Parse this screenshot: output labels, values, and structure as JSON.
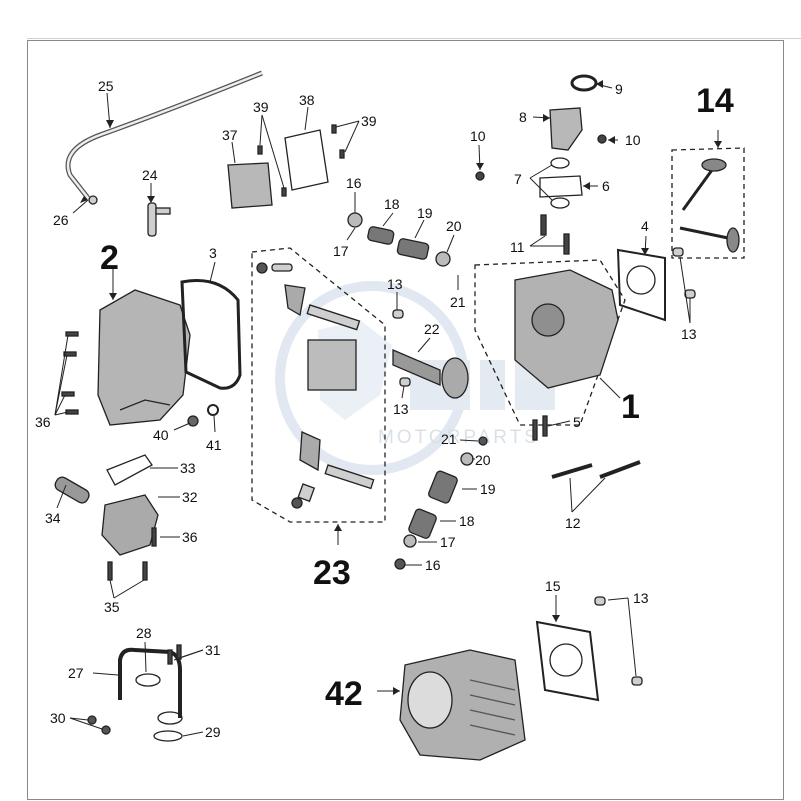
{
  "diagram": {
    "watermark": "MOTORPARTS",
    "callouts": [
      {
        "id": "c25",
        "text": "25"
      },
      {
        "id": "c26",
        "text": "26"
      },
      {
        "id": "c24",
        "text": "24"
      },
      {
        "id": "c37",
        "text": "37"
      },
      {
        "id": "c39a",
        "text": "39"
      },
      {
        "id": "c38",
        "text": "38"
      },
      {
        "id": "c39b",
        "text": "39"
      },
      {
        "id": "c16a",
        "text": "16"
      },
      {
        "id": "c17a",
        "text": "17"
      },
      {
        "id": "c18a",
        "text": "18"
      },
      {
        "id": "c19a",
        "text": "19"
      },
      {
        "id": "c20a",
        "text": "20"
      },
      {
        "id": "c10a",
        "text": "10"
      },
      {
        "id": "c10b",
        "text": "10"
      },
      {
        "id": "c9",
        "text": "9"
      },
      {
        "id": "c8",
        "text": "8"
      },
      {
        "id": "c7",
        "text": "7"
      },
      {
        "id": "c6",
        "text": "6"
      },
      {
        "id": "c11",
        "text": "11"
      },
      {
        "id": "c4",
        "text": "4"
      },
      {
        "id": "c13a",
        "text": "13"
      },
      {
        "id": "c3",
        "text": "3"
      },
      {
        "id": "c13b",
        "text": "13"
      },
      {
        "id": "c22",
        "text": "22"
      },
      {
        "id": "c21a",
        "text": "21"
      },
      {
        "id": "c13c",
        "text": "13"
      },
      {
        "id": "c36a",
        "text": "36"
      },
      {
        "id": "c40",
        "text": "40"
      },
      {
        "id": "c41",
        "text": "41"
      },
      {
        "id": "c21b",
        "text": "21"
      },
      {
        "id": "c20b",
        "text": "20"
      },
      {
        "id": "c5",
        "text": "5"
      },
      {
        "id": "c19b",
        "text": "19"
      },
      {
        "id": "c18b",
        "text": "18"
      },
      {
        "id": "c17b",
        "text": "17"
      },
      {
        "id": "c16b",
        "text": "16"
      },
      {
        "id": "c12",
        "text": "12"
      },
      {
        "id": "c33",
        "text": "33"
      },
      {
        "id": "c32",
        "text": "32"
      },
      {
        "id": "c34",
        "text": "34"
      },
      {
        "id": "c36b",
        "text": "36"
      },
      {
        "id": "c35",
        "text": "35"
      },
      {
        "id": "c15",
        "text": "15"
      },
      {
        "id": "c13d",
        "text": "13"
      },
      {
        "id": "c28",
        "text": "28"
      },
      {
        "id": "c31",
        "text": "31"
      },
      {
        "id": "c27",
        "text": "27"
      },
      {
        "id": "c30",
        "text": "30"
      },
      {
        "id": "c29",
        "text": "29"
      }
    ],
    "group_labels": [
      {
        "id": "g2",
        "text": "2"
      },
      {
        "id": "g14",
        "text": "14"
      },
      {
        "id": "g1",
        "text": "1"
      },
      {
        "id": "g23",
        "text": "23"
      },
      {
        "id": "g42",
        "text": "42"
      }
    ]
  }
}
